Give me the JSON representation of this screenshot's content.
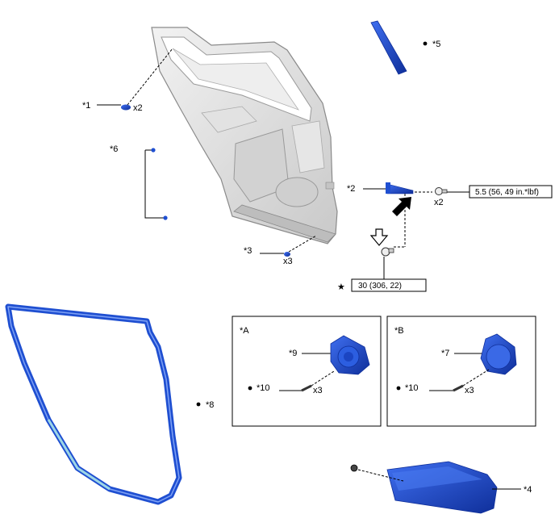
{
  "callouts": {
    "c1": "*1",
    "c2": "*2",
    "c3": "*3",
    "c4": "*4",
    "c5": "*5",
    "c6": "*6",
    "c7": "*7",
    "c8": "*8",
    "c9": "*9",
    "c10a": "*10",
    "c10b": "*10"
  },
  "quantities": {
    "q1": "x2",
    "q2": "x2",
    "q3": "x3",
    "q10a": "x3",
    "q10b": "x3"
  },
  "torques": {
    "t1": "5.5 (56, 49 in.*lbf)",
    "t2": "30 (306, 22)"
  },
  "panels": {
    "a": "*A",
    "b": "*B"
  },
  "symbols": {
    "dot": "●",
    "star": "★"
  },
  "colors": {
    "part_blue": "#1f4fd1",
    "part_blue_dark": "#0f2f9a",
    "door_grey": "#dcdcdc",
    "door_edge": "#8a8a8a"
  },
  "icons": [
    "installation-arrow-icon",
    "removal-arrow-icon"
  ]
}
